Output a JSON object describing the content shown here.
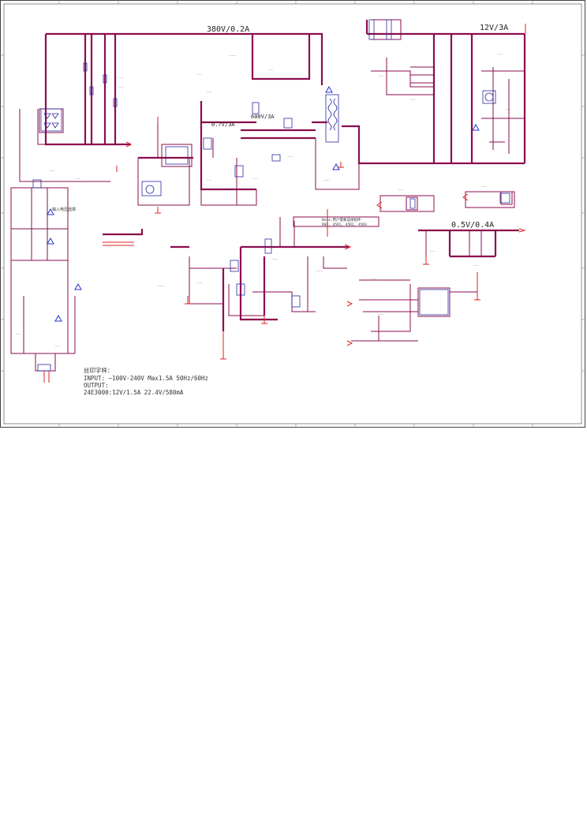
{
  "rails": {
    "r380": "380V/0.2A",
    "r12": "12V/3A",
    "r600": "600V/3A",
    "r07": "0.7V/3A",
    "r05": "0.5V/0.4A"
  },
  "notes": {
    "heading": "丝印字样：",
    "input": "INPUT:  ~100V-240V  Max1.5A 50Hz/60Hz",
    "output": "OUTPUT:",
    "model": "24E3000:12V/1.5A  22.4V/580mA"
  },
  "labels": {
    "mode_select": "输入电压选择",
    "mode_note": "Note:用户需要选择组件",
    "mode_parts": "R03, 45R1, 45R2, 45R3"
  },
  "colors": {
    "wire": "#8b0d4f",
    "component": "#2a2aa0",
    "ground": "#e02020",
    "border": "#444444"
  }
}
